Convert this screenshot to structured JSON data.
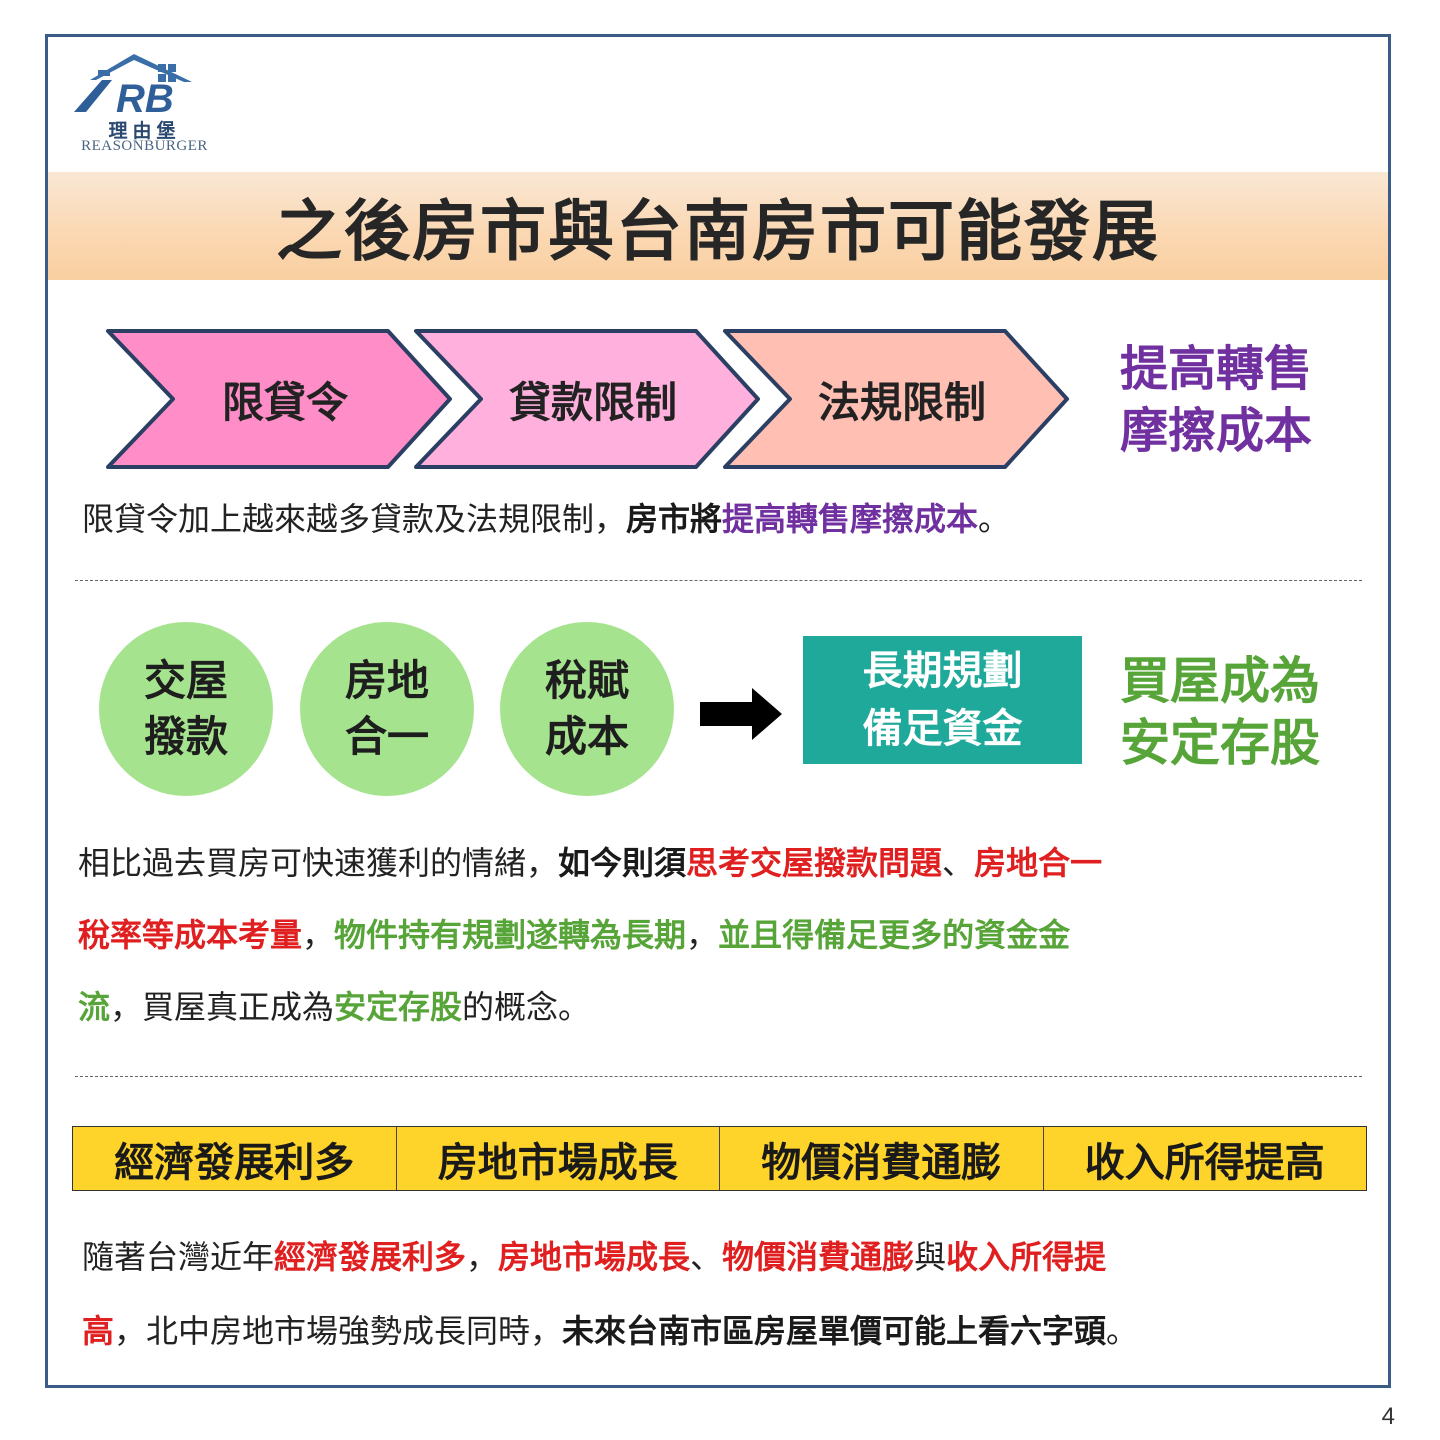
{
  "logo": {
    "letters": "RB",
    "chinese": "理由堡",
    "english": "REASONBURGER"
  },
  "title": "之後房市與台南房市可能發展",
  "chevrons": [
    {
      "label": "限貸令",
      "color": "#ff8ec8"
    },
    {
      "label": "貸款限制",
      "color": "#ffb0dc"
    },
    {
      "label": "法規限制",
      "color": "#ffbfb3"
    }
  ],
  "friction_result": {
    "line1": "提高轉售",
    "line2": "摩擦成本"
  },
  "para1": {
    "normal": "限貸令加上越來越多貸款及法規限制，",
    "bold": "房市將",
    "purple": "提高轉售摩擦成本",
    "end": "。"
  },
  "circles": [
    {
      "line1": "交屋",
      "line2": "撥款"
    },
    {
      "line1": "房地",
      "line2": "合一"
    },
    {
      "line1": "稅賦",
      "line2": "成本"
    }
  ],
  "planning_box": {
    "line1": "長期規劃",
    "line2": "備足資金"
  },
  "stock_result": {
    "line1": "買屋成為",
    "line2": "安定存股"
  },
  "para2": {
    "l1_normal": "相比過去買房可快速獲利的情緒，",
    "l1_bold": "如今則須",
    "l1_red1": "思考交屋撥款問題",
    "l1_sep": "、",
    "l1_red2": "房地合一",
    "l2_red": "稅率等成本考量",
    "l2_sep1": "，",
    "l2_green1": "物件持有規劃遂轉為長期",
    "l2_sep2": "，",
    "l2_green2": "並且得備足更多的資金金",
    "l3_green1": "流",
    "l3_normal1": "，買屋真正成為",
    "l3_green2": "安定存股",
    "l3_normal2": "的概念。"
  },
  "factors": [
    "經濟發展利多",
    "房地市場成長",
    "物價消費通膨",
    "收入所得提高"
  ],
  "para3": {
    "l1_normal1": "隨著台灣近年",
    "l1_red1": "經濟發展利多",
    "l1_sep1": "，",
    "l1_red2": "房地市場成長",
    "l1_sep2": "、",
    "l1_red3": "物價消費通膨",
    "l1_normal2": "與",
    "l1_red4": "收入所得提",
    "l2_red": "高",
    "l2_normal": "，北中房地市場強勢成長同時，",
    "l2_bold": "未來台南市區房屋單價可能上看六字頭",
    "l2_end": "。"
  },
  "page_number": "4"
}
